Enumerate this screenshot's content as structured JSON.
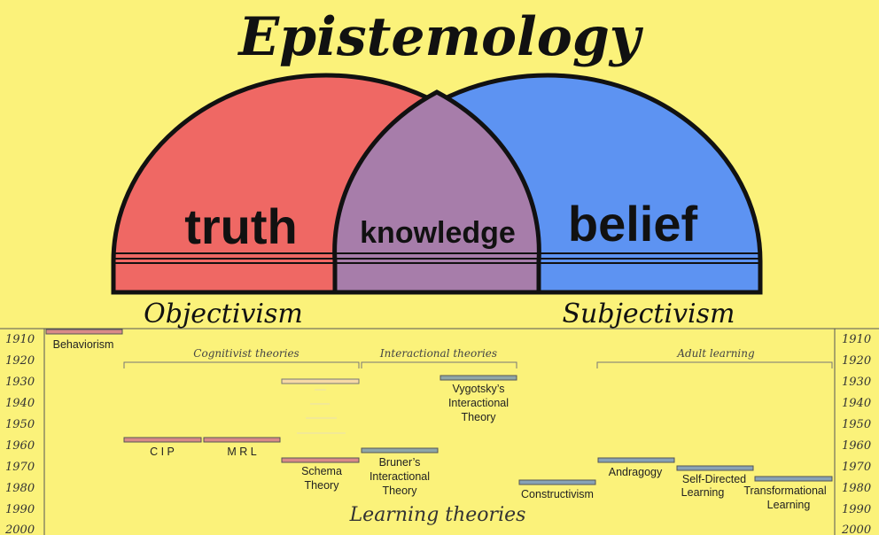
{
  "title": "Epistemology",
  "regions": {
    "left": "truth",
    "middle": "knowledge",
    "right": "belief"
  },
  "poles": {
    "left": "Objectivism",
    "right": "Subjectivism"
  },
  "timeline": {
    "caption": "Learning theories",
    "years": [
      "1910",
      "1920",
      "1930",
      "1940",
      "1950",
      "1960",
      "1970",
      "1980",
      "1990",
      "2000"
    ],
    "groups": {
      "cognitivist": "Cognitivist theories",
      "interactional": "Interactional theories",
      "adult": "Adult learning"
    },
    "theories": {
      "behaviorism": "Behaviorism",
      "cip": "C I P",
      "mrl": "M R L",
      "schema_line1": "Schema",
      "schema_line2": "Theory",
      "vygotsky_line1": "Vygotsky’s",
      "vygotsky_line2": "Interactional",
      "vygotsky_line3": "Theory",
      "bruner_line1": "Bruner’s",
      "bruner_line2": "Interactional",
      "bruner_line3": "Theory",
      "constructivism": "Constructivism",
      "andragogy": "Andragogy",
      "selfdirected_line1": "Self-Directed",
      "selfdirected_line2": "Learning",
      "transformational_line1": "Transformational",
      "transformational_line2": "Learning"
    }
  },
  "colors": {
    "background": "#fbf27a",
    "truth": "#ef6864",
    "knowledge": "#a77daa",
    "belief": "#5d93f2",
    "behaviorist_bar": "#d98a88",
    "cognitivist_bar": "#d98a88",
    "interactional_bar": "#8fa6a8",
    "adult_bar": "#88a2b6"
  }
}
